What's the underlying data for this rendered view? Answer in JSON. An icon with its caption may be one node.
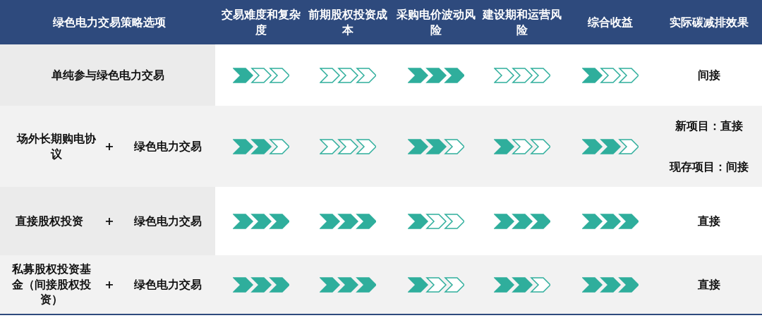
{
  "diagram": {
    "labels": [
      "绿色电力交易策略选项",
      "交易难度和复杂度",
      "前期股权投资成本",
      "采购电价波动风险",
      "建设期和运营风险",
      "综合收益",
      "实际碳减排效果",
      "单纯参与绿色电力交易",
      "间接",
      "场外长期购电协议",
      "+",
      "绿色电力交易",
      "新项目：直接",
      "现存项目：间接",
      "直接股权投资",
      "+",
      "绿色电力交易",
      "直接",
      "私募股权投资基金（间接股权投资）",
      "+",
      "绿色电力交易",
      "直接"
    ]
  }
}
